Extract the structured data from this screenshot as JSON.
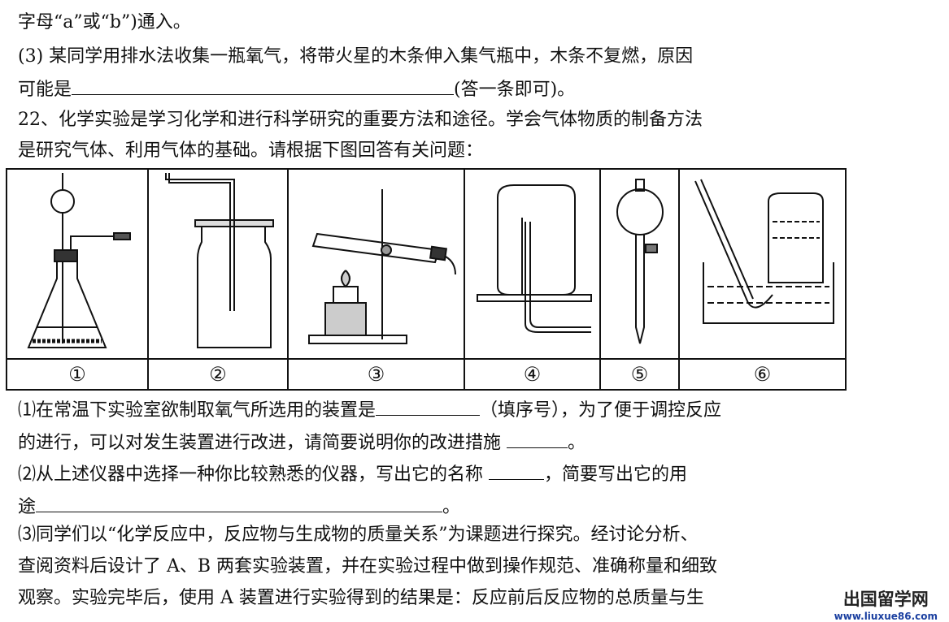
{
  "lines": {
    "l1": "字母“a”或“b”)通入。",
    "l2": " (3) 某同学用排水法收集一瓶氧气，将带火星的木条伸入集气瓶中，木条不复燃，原因",
    "l3a": "可能是",
    "l3b": "(答一条即可)。",
    "l4": "22、化学实验是学习化学和进行科学研究的重要方法和途径。学会气体物质的制备方法",
    "l5": "是研究气体、利用气体的基础。请根据下图回答有关问题：",
    "q1a": "⑴在常温下实验室欲制取氧气所选用的装置是",
    "q1b": "（填序号），为了便于调控反应",
    "q1c": "的进行，可以对发生装置进行改进，请简要说明你的改进措施",
    "q1d": "。",
    "q2a": "⑵从上述仪器中选择一种你比较熟悉的仪器，写出它的名称",
    "q2b": "，简要写出它的用",
    "q2c": "途",
    "q2d": "。",
    "q3a": "⑶同学们以“化学反应中，反应物与生成物的质量关系”为课题进行探究。经讨论分析、",
    "q3b": "查阅资料后设计了 A、B 两套实验装置，并在实验过程中做到操作规范、准确称量和细致",
    "q3c": "观察。实验完毕后，使用 A 装置进行实验得到的结果是：反应前后反应物的总质量与生"
  },
  "figure": {
    "labels": [
      "①",
      "②",
      "③",
      "④",
      "⑤",
      "⑥"
    ]
  },
  "watermark": {
    "name": "出国留学网",
    "url": "www.liuxue86.com"
  }
}
